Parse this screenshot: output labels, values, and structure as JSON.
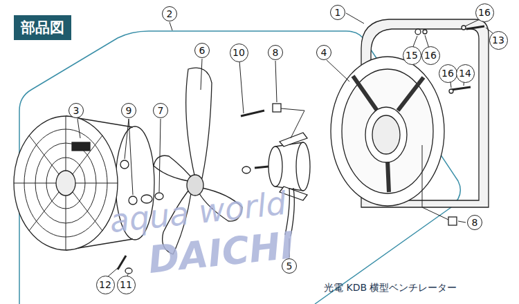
{
  "diagram": {
    "title": "部品図",
    "caption": "光電 KDB 横型ベンチレーター",
    "nodes": [
      {
        "text": [
          "2"
        ]
      },
      {
        "text": [
          "1"
        ]
      },
      {
        "text": [
          "16"
        ]
      },
      {
        "text": [
          "13"
        ]
      },
      {
        "text": [
          "6"
        ]
      },
      {
        "text": [
          "10"
        ]
      },
      {
        "text": [
          "8"
        ]
      },
      {
        "text": [
          "4"
        ]
      },
      {
        "text": [
          "15"
        ]
      },
      {
        "text": [
          "16"
        ]
      },
      {
        "text": [
          "16"
        ]
      },
      {
        "text": [
          "14"
        ]
      },
      {
        "text": [
          "3"
        ]
      },
      {
        "text": [
          "9"
        ]
      },
      {
        "text": [
          "7"
        ]
      },
      {
        "text": [
          "8"
        ]
      },
      {
        "text": [
          "5"
        ]
      },
      {
        "text": [
          "12"
        ]
      },
      {
        "text": [
          "11"
        ]
      }
    ],
    "labels": [
      "aqua world",
      "DAICHI"
    ]
  }
}
